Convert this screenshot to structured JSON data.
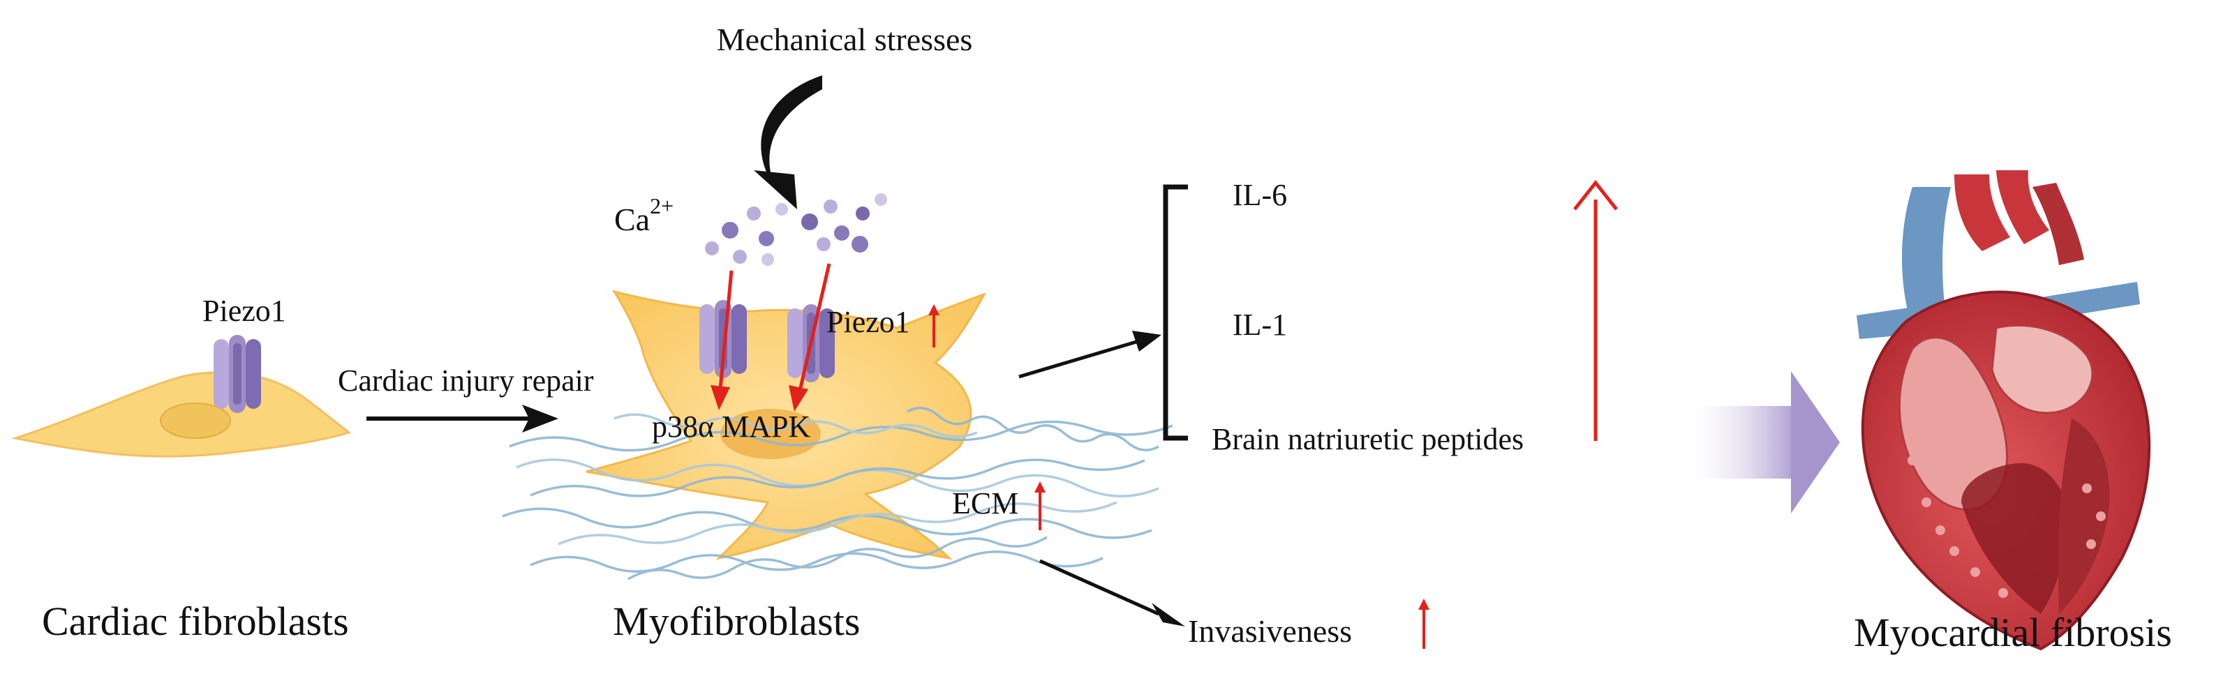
{
  "title": "Mechanical stresses",
  "calcium": {
    "base": "Ca",
    "sup": "2+"
  },
  "cells": {
    "fibroblast": {
      "label": "Cardiac fibroblasts",
      "channel_label": "Piezo1"
    },
    "transition_label": "Cardiac injury repair",
    "myofibroblast": {
      "label": "Myofibroblasts",
      "channel_label": "Piezo1",
      "pathway_label": "p38α MAPK",
      "ecm_label": "ECM"
    }
  },
  "outputs": {
    "items": [
      "IL-6",
      "IL-1",
      "Brain natriuretic peptides"
    ]
  },
  "invasiveness_label": "Invasiveness",
  "outcome": {
    "label": "Myocardial fibrosis"
  },
  "colors": {
    "cell_fill": "#fbd57a",
    "cell_edge": "#f3b84a",
    "nucleus": "#f0c45a",
    "channel": "#9d8cc6",
    "channel_dark": "#6f5ea6",
    "ion": "#8a79b8",
    "ecm_fiber": "#8fb6d3",
    "up_arrow": "#e3211c",
    "black_arrow": "#111111",
    "big_arrow": "#a595cc",
    "heart_red": "#c8363c",
    "heart_dark": "#8e1c24",
    "heart_pink": "#e9a2a0",
    "vessel_blue": "#6b97c2"
  },
  "icons": [
    "piezo1-channel-icon",
    "heart-icon",
    "up-arrow-icon"
  ]
}
